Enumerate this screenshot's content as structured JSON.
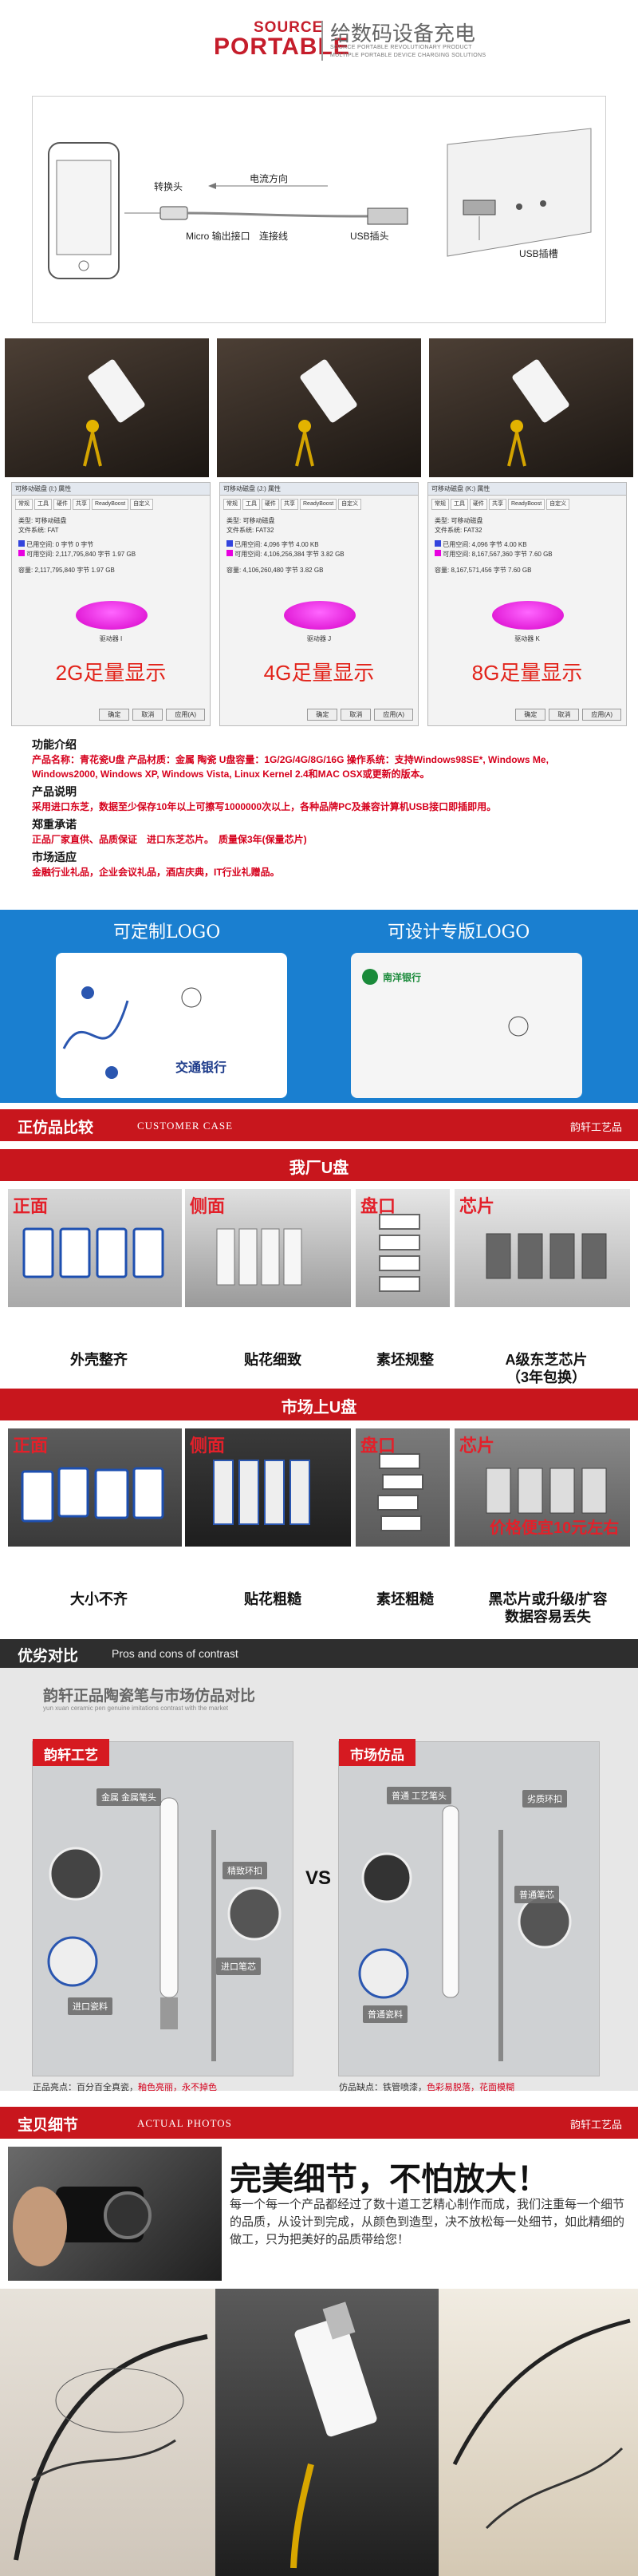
{
  "header": {
    "source": "SOURCE",
    "portable": "PORTABLE",
    "title_cn": "给数码设备充电",
    "subtitle_line1": "SOURCE PORTABLE REVOLUTIONARY PRODUCT",
    "subtitle_line2": "MULTIPLE PORTABLE DEVICE CHARGING SOLUTIONS"
  },
  "diagram": {
    "label_adapter": "转换头",
    "label_current": "电流方向",
    "label_micro": "Micro 输出接口",
    "label_cable": "连接线",
    "label_usb_head": "USB插头",
    "label_usb_slot": "USB插槽"
  },
  "spec_panels": [
    {
      "window_title": "可移动磁盘 (I:) 属性",
      "tabs": [
        "常规",
        "工具",
        "硬件",
        "共享",
        "ReadyBoost",
        "自定义"
      ],
      "type_label": "类型:",
      "type_value": "可移动磁盘",
      "fs_label": "文件系统:",
      "fs_value": "FAT",
      "used": "已用空间: 0 字节 0 字节",
      "free": "可用空间: 2,117,795,840 字节 1.97 GB",
      "capacity": "容量: 2,117,795,840 字节 1.97 GB",
      "drive": "驱动器 I",
      "caption": "2G足量显示",
      "ok": "确定",
      "cancel": "取消",
      "apply": "应用(A)"
    },
    {
      "window_title": "可移动磁盘 (J:) 属性",
      "tabs": [
        "常规",
        "工具",
        "硬件",
        "共享",
        "ReadyBoost",
        "自定义"
      ],
      "type_label": "类型:",
      "type_value": "可移动磁盘",
      "fs_label": "文件系统:",
      "fs_value": "FAT32",
      "used": "已用空间: 4,096 字节 4.00 KB",
      "free": "可用空间: 4,106,256,384 字节 3.82 GB",
      "capacity": "容量: 4,106,260,480 字节 3.82 GB",
      "drive": "驱动器 J",
      "caption": "4G足量显示",
      "ok": "确定",
      "cancel": "取消",
      "apply": "应用(A)"
    },
    {
      "window_title": "可移动磁盘 (K:) 属性",
      "tabs": [
        "常规",
        "工具",
        "硬件",
        "共享",
        "ReadyBoost",
        "自定义"
      ],
      "type_label": "类型:",
      "type_value": "可移动磁盘",
      "fs_label": "文件系统:",
      "fs_value": "FAT32",
      "used": "已用空间: 4,096 字节 4.00 KB",
      "free": "可用空间: 8,167,567,360 字节 7.60 GB",
      "capacity": "容量: 8,167,571,456 字节 7.60 GB",
      "drive": "驱动器 K",
      "caption": "8G足量显示",
      "ok": "确定",
      "cancel": "取消",
      "apply": "应用(A)"
    }
  ],
  "product_info": {
    "func_title": "功能介绍",
    "func_line_a": "产品名称：青花瓷U盘",
    "func_line_b": "产品材质：金属 陶瓷",
    "func_line_c": "U盘容量：1G/2G/4G/8G/16G",
    "func_line_d": "操作系统：支持Windows98SE*, Windows Me,",
    "func_line_e": "Windows2000, Windows XP, Windows Vista, Linux Kernel 2.4和MAC OSX或更新的版本。",
    "desc_title": "产品说明",
    "desc_line_a": "采用进口东芝，数据至少保存10年以上可擦写1000000次以上，",
    "desc_line_b": "各种品牌PC及兼容计算机USB接口即插即用。",
    "promise_title": "郑重承诺",
    "promise_line": "正品厂家直供、品质保证　进口东芝芯片。　质量保3年(保量芯片)",
    "market_title": "市场适应",
    "market_line": "金融行业礼品，企业会议礼品，酒店庆典，IT行业礼赠品。"
  },
  "logo_banner": {
    "left": "可定制LOGO",
    "right": "可设计专版LOGO"
  },
  "logo_sample": {
    "bank": "交通银行",
    "leaf_bank": "南洋银行"
  },
  "section_compare": {
    "label": "正仿品比较",
    "en": "CUSTOMER CASE",
    "brand": "韵轩工艺品"
  },
  "ours": {
    "title": "我厂U盘",
    "photo_labels": [
      "正面",
      "侧面",
      "盘口",
      "芯片"
    ],
    "captions": [
      "外壳整齐",
      "贴花细致",
      "素坯规整",
      "A级东芝芯片",
      "（3年包换）"
    ]
  },
  "market": {
    "title": "市场上U盘",
    "photo_labels": [
      "正面",
      "侧面",
      "盘口",
      "芯片"
    ],
    "overlay": "价格便宜10元左右",
    "captions": [
      "大小不齐",
      "贴花粗糙",
      "素坯粗糙",
      "黑芯片或升级/扩容",
      "数据容易丢失"
    ]
  },
  "pros_cons": {
    "label": "优劣对比",
    "en": "Pros and cons of contrast",
    "heading": "韵轩正品陶瓷笔与市场仿品对比",
    "subheading": "yun xuan ceramic pen genuine imitations contrast with the market",
    "left_tag": "韵轩工艺",
    "right_tag": "市场仿品",
    "vs": "VS",
    "left_callouts": [
      "金属 金属笔头",
      "精致环扣",
      "进口笔芯",
      "进口瓷料"
    ],
    "right_callouts": [
      "普通 工艺笔头",
      "劣质环扣",
      "普通笔芯",
      "普通瓷料"
    ],
    "left_note_a": "正品亮点：百分百全真瓷，",
    "left_note_b": "釉色亮丽，永不掉色",
    "right_note_a": "仿品缺点：铁管喷漆，",
    "right_note_b": "色彩易脱落，花面模糊"
  },
  "detail_section": {
    "label": "宝贝细节",
    "en": "ACTUAL PHOTOS",
    "brand": "韵轩工艺品"
  },
  "detail": {
    "title": "完美细节，不怕放大！",
    "body": "每一个每一个产品都经过了数十道工艺精心制作而成，我们注重每一个细节的品质，从设计到完成，从颜色到造型，决不放松每一处细节，如此精细的做工，只为把美好的品质带给您！"
  },
  "colors": {
    "brand_red": "#c8161d",
    "accent_blue": "#1a7fd0",
    "text_red": "#d6001c"
  }
}
